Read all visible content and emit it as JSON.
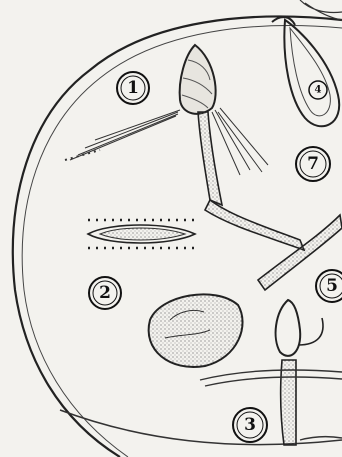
{
  "figure": {
    "labels": [
      {
        "id": "1",
        "text": "1"
      },
      {
        "id": "2",
        "text": "2"
      },
      {
        "id": "3",
        "text": "3"
      },
      {
        "id": "4",
        "text": "4"
      },
      {
        "id": "5",
        "text": "5"
      },
      {
        "id": "7",
        "text": "7"
      }
    ]
  },
  "colors": {
    "paper": "#f3f2ee",
    "ink": "#222222",
    "stipple": "#555555"
  }
}
